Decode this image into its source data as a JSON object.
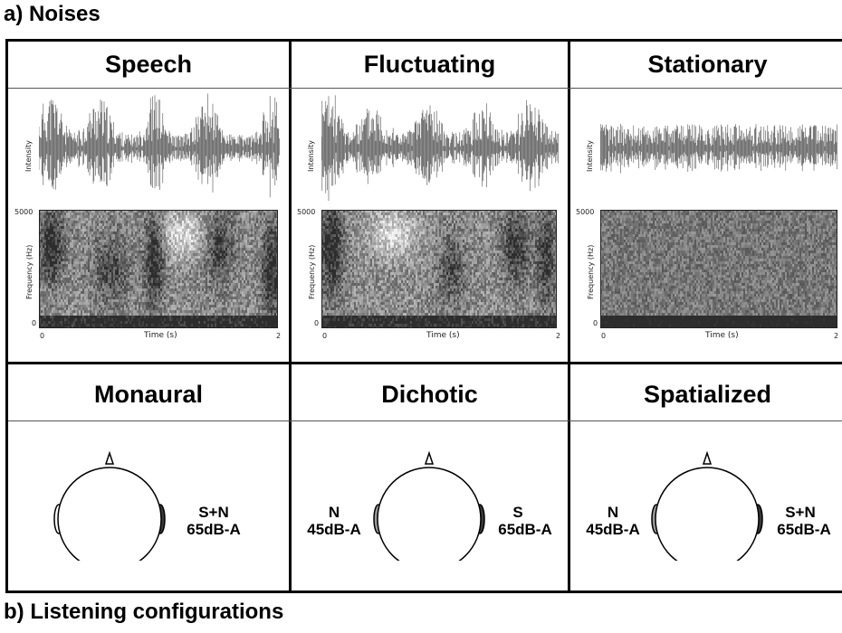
{
  "section_a": {
    "title": "a) Noises"
  },
  "section_b": {
    "title": "b) Listening configurations"
  },
  "noises": [
    {
      "title": "Speech",
      "y_label_wave": "Intensity",
      "y_label_spec": "Frequency (Hz)",
      "y_max": "5000",
      "y_min": "0",
      "x_label": "Time (s)",
      "x_min": "0",
      "x_max": "2"
    },
    {
      "title": "Fluctuating",
      "y_label_wave": "Intensity",
      "y_label_spec": "Frequency (Hz)",
      "y_max": "5000",
      "y_min": "0",
      "x_label": "Time (s)",
      "x_min": "0",
      "x_max": "2"
    },
    {
      "title": "Stationary",
      "y_label_wave": "Intensity",
      "y_label_spec": "Frequency (Hz)",
      "y_max": "5000",
      "y_min": "0",
      "x_label": "Time (s)",
      "x_min": "0",
      "x_max": "2"
    }
  ],
  "configs": [
    {
      "title": "Monaural",
      "left_label": "",
      "left_level": "",
      "right_label": "S+N",
      "right_level": "65dB-A",
      "left_ear": "open",
      "right_ear": "dark"
    },
    {
      "title": "Dichotic",
      "left_label": "N",
      "left_level": "45dB-A",
      "right_label": "S",
      "right_level": "65dB-A",
      "left_ear": "grey",
      "right_ear": "dark"
    },
    {
      "title": "Spatialized",
      "left_label": "N",
      "left_level": "45dB-A",
      "right_label": "S+N",
      "right_level": "65dB-A",
      "left_ear": "grey",
      "right_ear": "dark"
    }
  ],
  "colors": {
    "ear_dark": "#3a3a3a",
    "ear_grey": "#9a9a9a",
    "ear_open": "#ffffff"
  }
}
